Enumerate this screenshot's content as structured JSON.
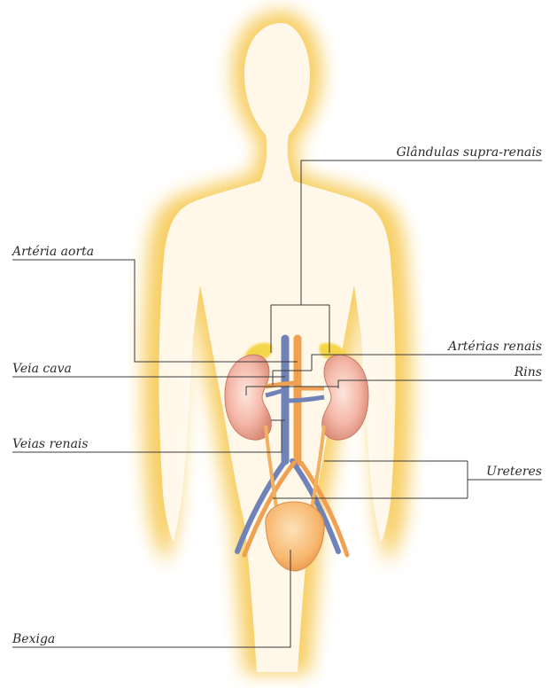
{
  "labels": {
    "glandulas_supra_renais": "Glândulas supra-renais",
    "arteria_aorta": "Artéria aorta",
    "arterias_renais": "Artérias renais",
    "veia_cava": "Veia cava",
    "rins": "Rins",
    "veias_renais": "Veias renais",
    "ureteres": "Ureteres",
    "bexiga": "Bexiga"
  },
  "colors": {
    "body_glow": "#f6c64a",
    "body_fill": "#fdf3d7",
    "kidney": "#f4b7a8",
    "adrenal": "#f5d64a",
    "artery": "#f0a050",
    "vein": "#6f83b8",
    "bladder": "#f7b66d",
    "leader_line": "#3a3a3a"
  }
}
